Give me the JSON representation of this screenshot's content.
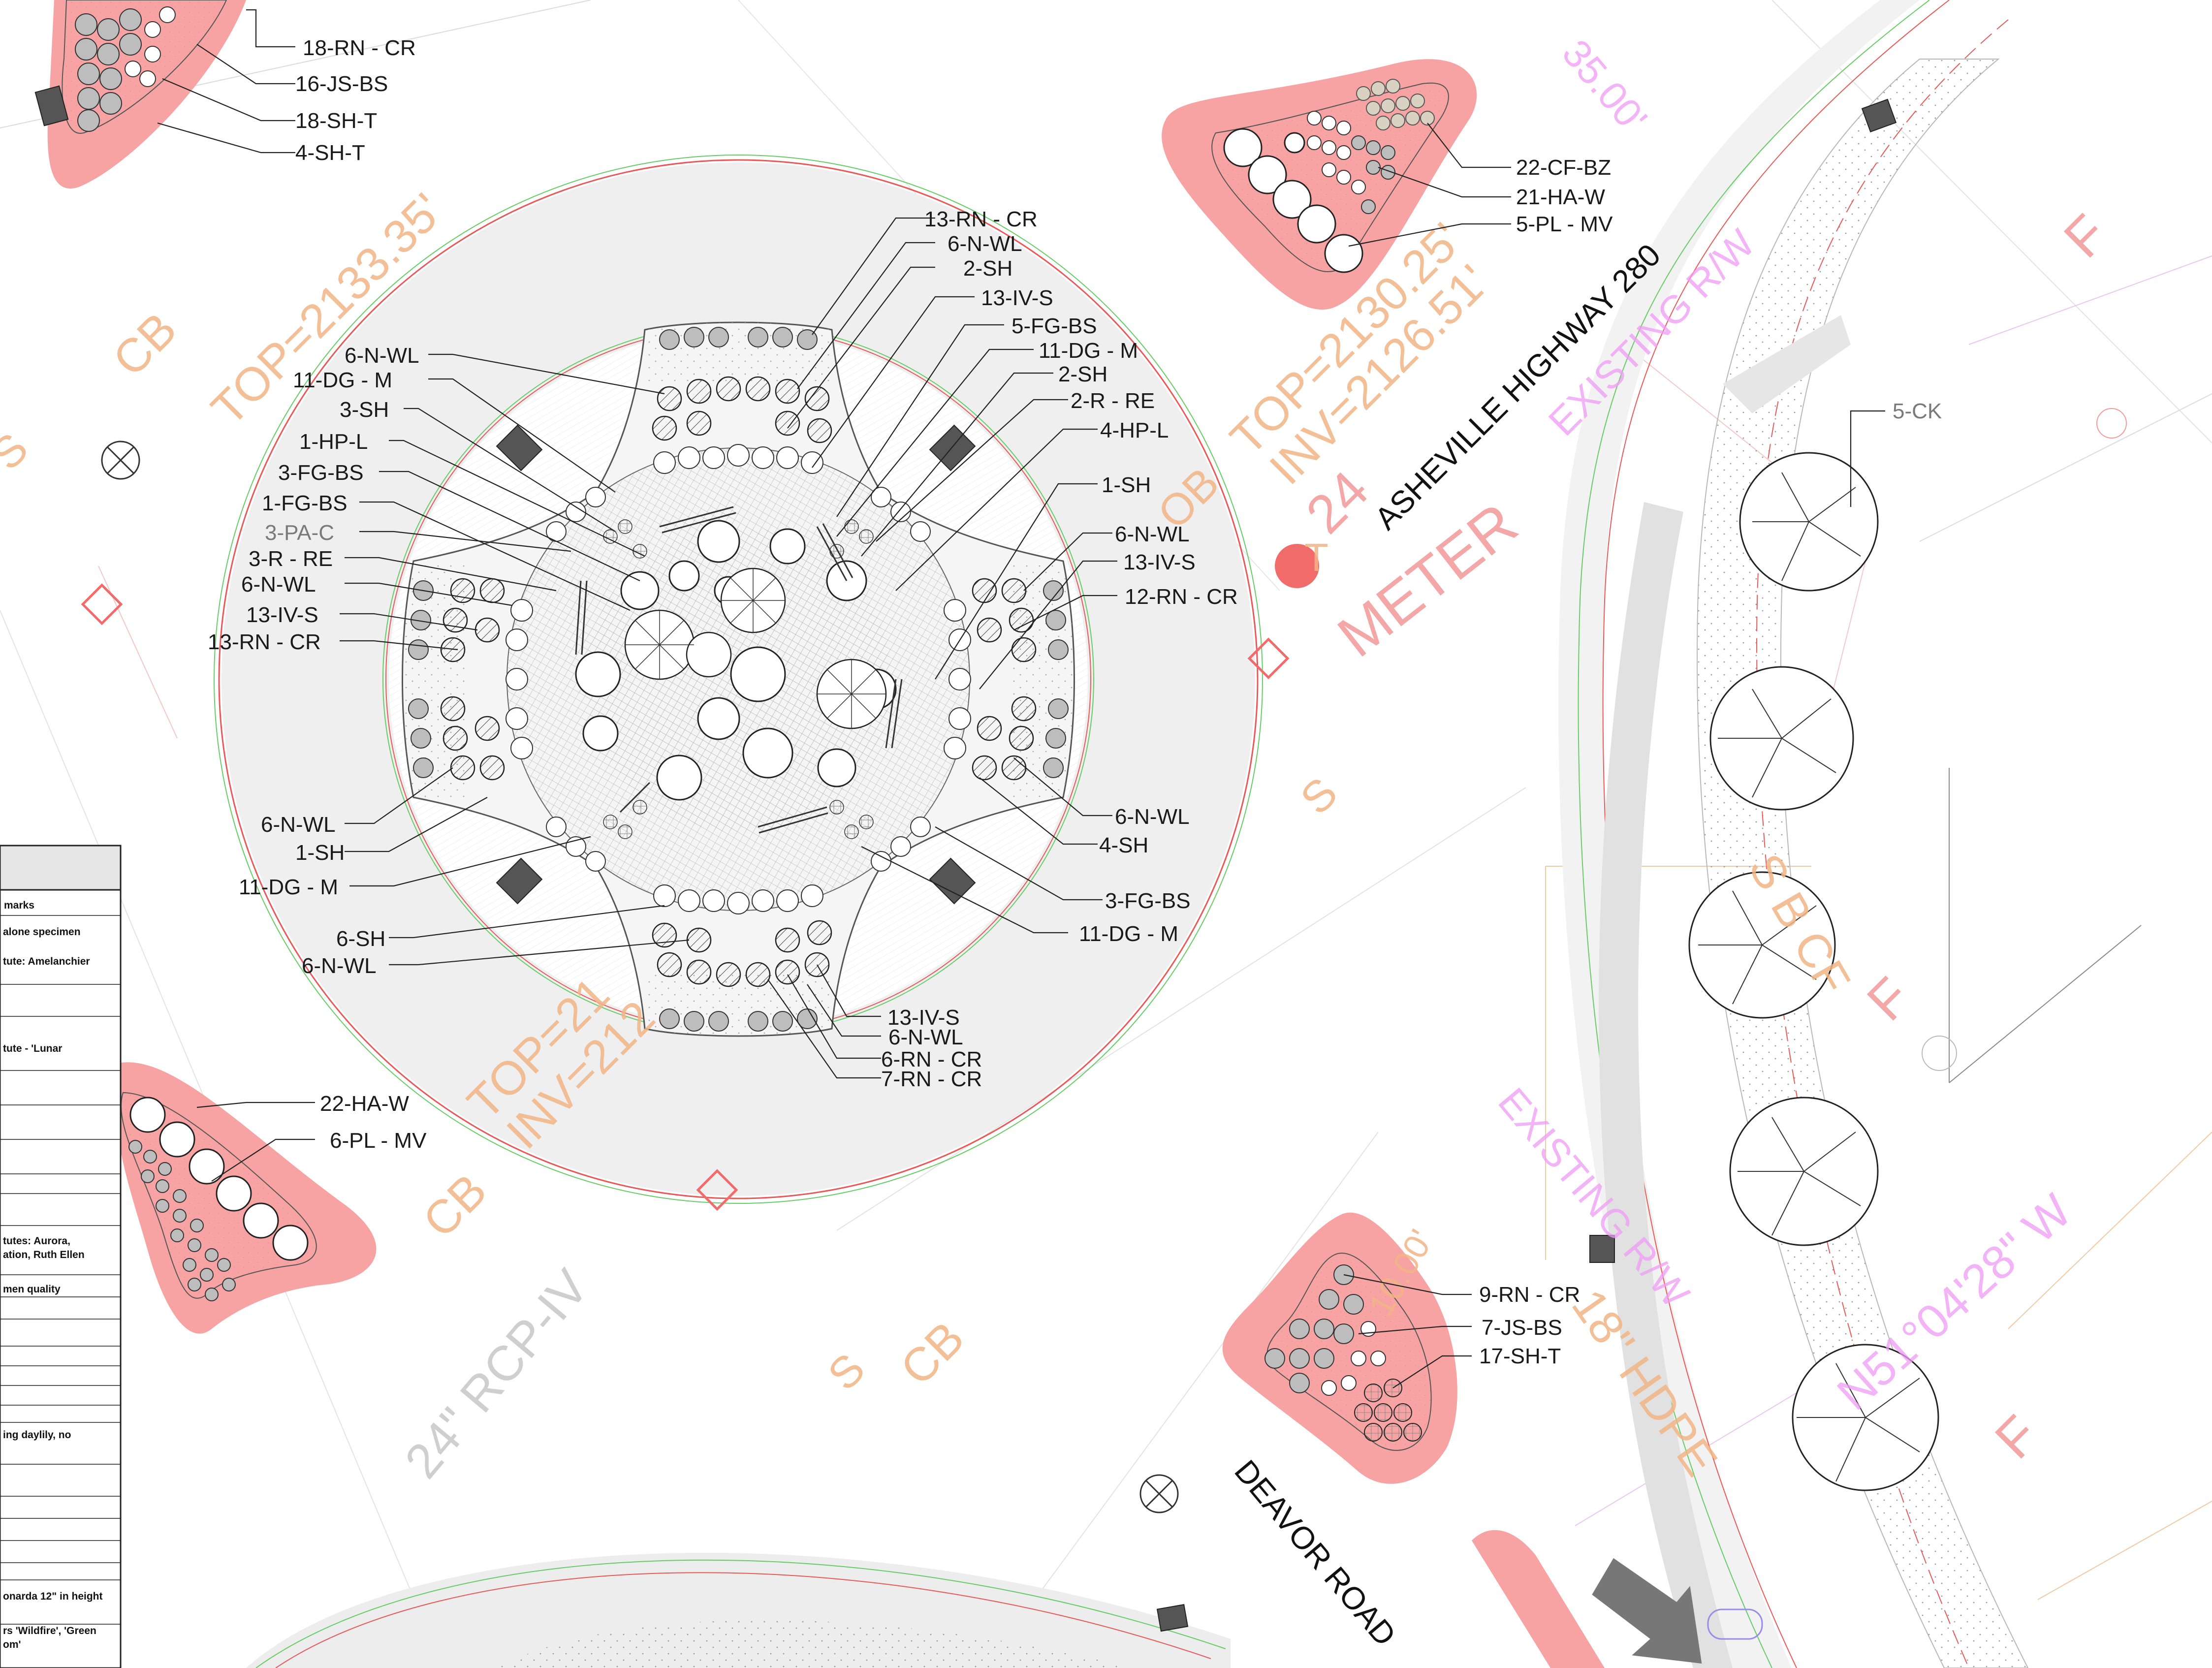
{
  "plan_labels": {
    "top_left_bed": [
      "18-RN - CR",
      "16-JS-BS",
      "18-SH-T",
      "4-SH-T"
    ],
    "top_center_bed": [
      "22-CF-BZ",
      "21-HA-W",
      "5-PL - MV"
    ],
    "left_bed": [
      "22-HA-W",
      "6-PL - MV"
    ],
    "bottom_bed": [
      "9-RN - CR",
      "7-JS-BS",
      "17-SH-T"
    ],
    "median_trees": [
      "5-CK"
    ],
    "circle_left": [
      "6-N-WL",
      "11-DG - M",
      "3-SH",
      "1-HP-L",
      "3-FG-BS",
      "1-FG-BS",
      "3-PA-C",
      "3-R - RE",
      "6-N-WL",
      "13-IV-S",
      "13-RN - CR"
    ],
    "circle_top_right": [
      "13-RN - CR",
      "6-N-WL",
      "2-SH",
      "13-IV-S",
      "5-FG-BS",
      "11-DG - M",
      "2-SH",
      "2-R - RE",
      "4-HP-L",
      "1-SH"
    ],
    "circle_right": [
      "6-N-WL",
      "13-IV-S",
      "12-RN - CR"
    ],
    "circle_lower_left": [
      "6-N-WL",
      "1-SH",
      "11-DG - M",
      "6-SH",
      "6-N-WL"
    ],
    "circle_lower_right": [
      "6-N-WL",
      "4-SH",
      "3-FG-BS",
      "11-DG - M"
    ],
    "circle_bottom": [
      "13-IV-S",
      "6-N-WL",
      "6-RN - CR",
      "7-RN - CR"
    ]
  },
  "road_labels": {
    "highway": "ASHEVILLE HIGHWAY 280",
    "deavor": "DEAVOR ROAD"
  },
  "background_annotations": {
    "top_left_elev": "TOP=2133.35'",
    "cb_labels": [
      "CB",
      "CB",
      "CB"
    ],
    "top_center_elev": "TOP=2130.25'",
    "inv_center": "INV=2126.51'",
    "meter_24": "24",
    "meter_word": "METER",
    "dim_35": "35.00'",
    "existing_rw_1": "EXISTING R/W",
    "existing_rw_2": "EXISTING R/W",
    "rcp": "24\" RCP-IV",
    "bottom_elev": "TOP=21",
    "bottom_inv": "INV=212",
    "hdpe": "18\" HDPE",
    "bearing": "N51°04'28\" W",
    "f_marks": [
      "F",
      "F",
      "F"
    ],
    "s_marks": [
      "S",
      "S",
      "S"
    ],
    "ob": "OB",
    "t_mark": "T",
    "dim_small": "10.00'",
    "sb_cf": "S B CF"
  },
  "legend_table": {
    "header": "marks",
    "rows": [
      "alone specimen",
      "tute: Amelanchier",
      "tute - 'Lunar",
      "tutes: Aurora,",
      "ation, Ruth Ellen",
      "men quality",
      "ing daylily, no",
      "onarda 12\" in height",
      "rs 'Wildfire', 'Green",
      "om'"
    ]
  },
  "colors": {
    "bed_fill": "#f7a3a3",
    "median_fill": "#ececec",
    "leader": "#222222",
    "red_line": "#e85a5a",
    "green_line": "#66cc66"
  }
}
